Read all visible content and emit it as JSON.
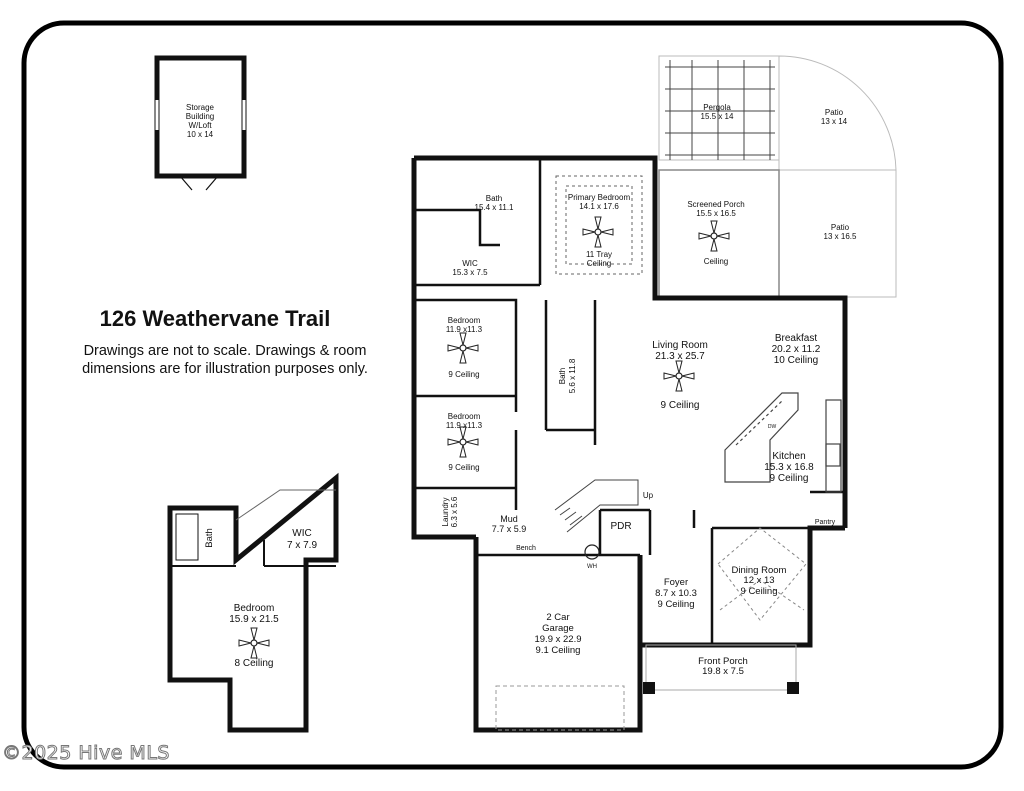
{
  "title": "126 Weathervane Trail",
  "disclaimer": {
    "line1": "Drawings are not to scale. Drawings & room",
    "line2": "dimensions are for illustration purposes only."
  },
  "watermark": "©2025 Hive MLS",
  "rooms": {
    "storage": [
      "Storage",
      "Building",
      "W/Loft",
      "10 x 14"
    ],
    "pergola": [
      "Pergola",
      "15.5 x 14"
    ],
    "patio_top": [
      "Patio",
      "13 x 14"
    ],
    "patio_mid": [
      "Patio",
      "13 x 16.5"
    ],
    "screened_porch": [
      "Screened Porch",
      "15.5 x 16.5",
      "Ceiling"
    ],
    "bath_primary": [
      "Bath",
      "15.4 x 11.1"
    ],
    "primary_bedroom": [
      "Primary Bedroom",
      "14.1 x 17.6",
      "11 Tray",
      "Ceiling"
    ],
    "wic_primary": [
      "WIC",
      "15.3 x 7.5"
    ],
    "bedroom2": [
      "Bedroom",
      "11.9 x11.3",
      "9 Ceiling"
    ],
    "bedroom3": [
      "Bedroom",
      "11.9 x11.3",
      "9 Ceiling"
    ],
    "bath_hall": [
      "Bath",
      "5.6 x 11.8"
    ],
    "laundry": [
      "Laundry",
      "6.3 x 5.6"
    ],
    "living_room": [
      "Living Room",
      "21.3 x 25.7",
      "9 Ceiling"
    ],
    "breakfast": [
      "Breakfast",
      "20.2 x 11.2",
      "10 Ceiling"
    ],
    "kitchen": [
      "Kitchen",
      "15.3 x 16.8",
      "9 Ceiling"
    ],
    "dw": "DW",
    "pantry": "Pantry",
    "up": "Up",
    "mud": [
      "Mud",
      "7.7 x 5.9"
    ],
    "bench": "Bench",
    "pdr": "PDR",
    "wh": "WH",
    "foyer": [
      "Foyer",
      "8.7 x 10.3",
      "9 Ceiling"
    ],
    "dining_room": [
      "Dining Room",
      "12 x 13",
      "9 Ceiling"
    ],
    "garage": [
      "2 Car",
      "Garage",
      "19.9 x 22.9",
      "9.1 Ceiling"
    ],
    "front_porch": [
      "Front Porch",
      "19.8 x 7.5"
    ],
    "upper_bath": "Bath",
    "upper_wic": [
      "WIC",
      "7 x 7.9"
    ],
    "upper_bedroom": [
      "Bedroom",
      "15.9 x 21.5",
      "8 Ceiling"
    ]
  }
}
